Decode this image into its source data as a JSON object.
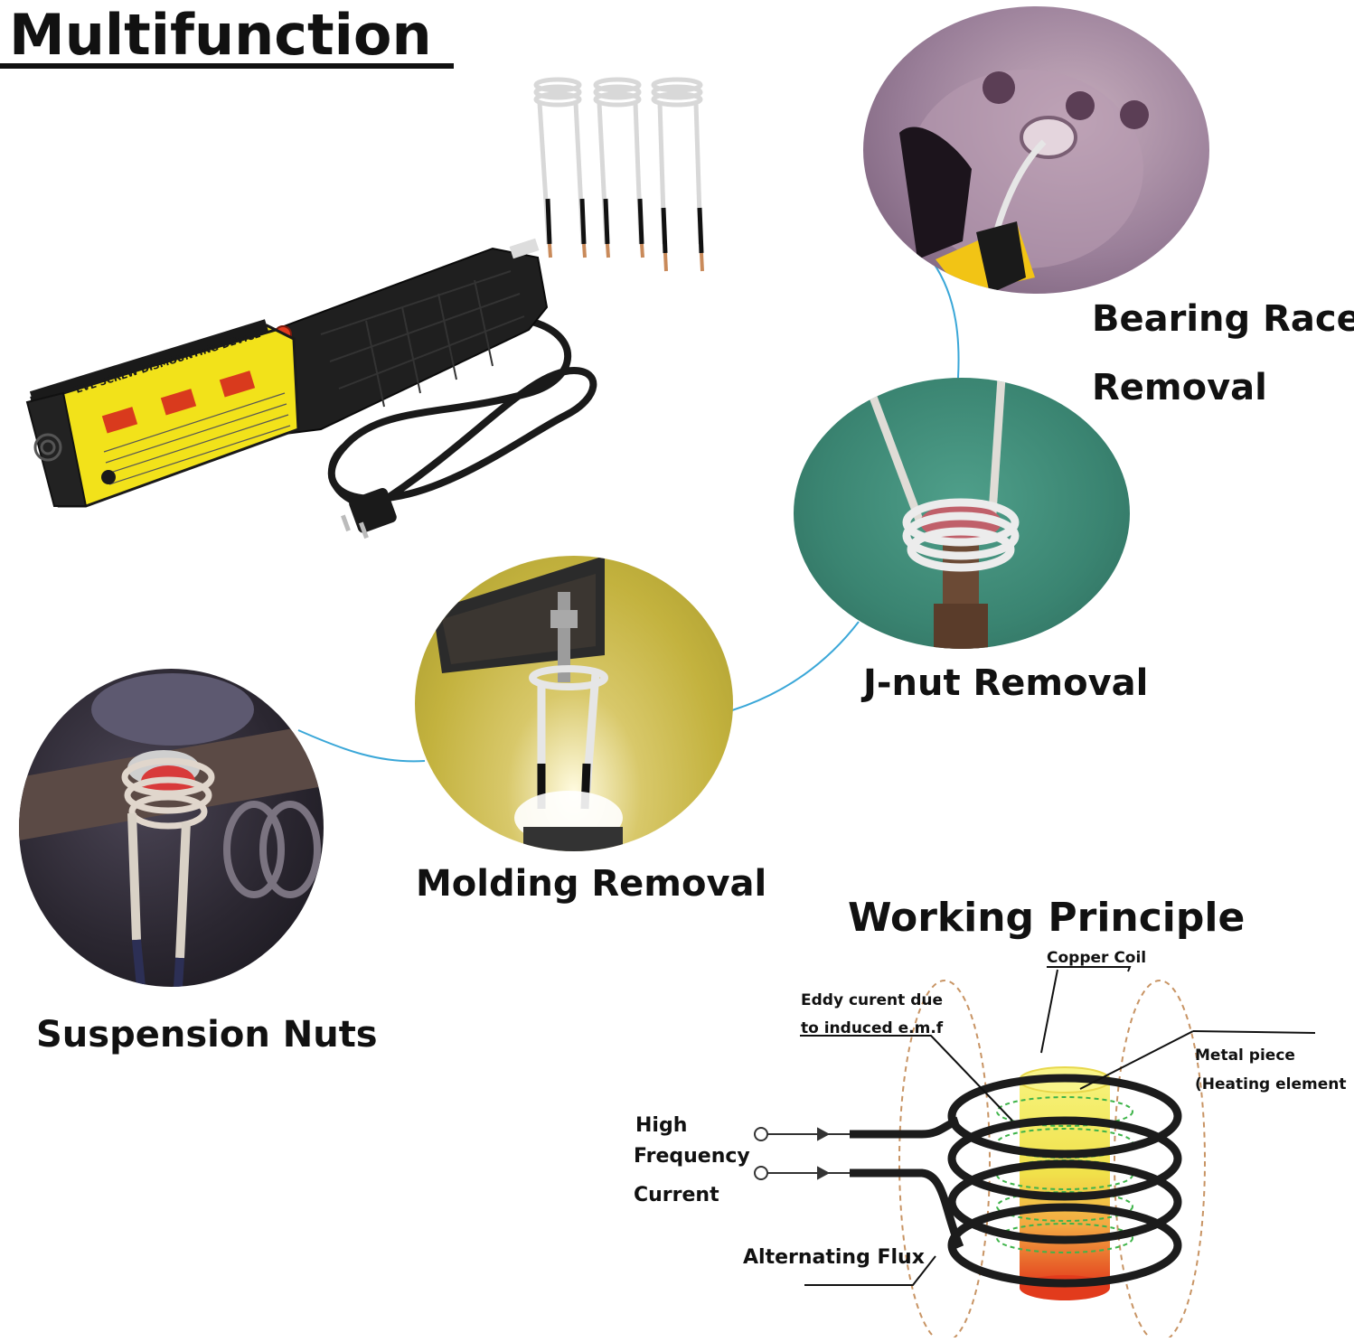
{
  "heading": "Multifunction",
  "uses": {
    "bearing_line1": "Bearing Race",
    "bearing_line2": "Removal",
    "jnut": "J-nut Removal",
    "molding": "Molding Removal",
    "suspension": "Suspension Nuts"
  },
  "principle": {
    "title": "Working Principle",
    "copper_coil": "Copper Coil",
    "eddy_line1": "Eddy curent due",
    "eddy_line2": "to induced e.m.f",
    "metal_line1": "Metal piece",
    "metal_line2": "(Heating element)",
    "hf_line1": "High",
    "hf_line2": "Frequency",
    "hf_line3": "Current",
    "flux": "Alternating Flux"
  },
  "device": {
    "label_text": "EVE SCREW DISMOUNTING DEVICE"
  },
  "colors": {
    "device_yellow": "#f2e21a",
    "device_black": "#1a1a1a",
    "connector_blue": "#3aa7d8",
    "coil_black": "#1c1c1c",
    "flux_orange": "#d9a070"
  }
}
